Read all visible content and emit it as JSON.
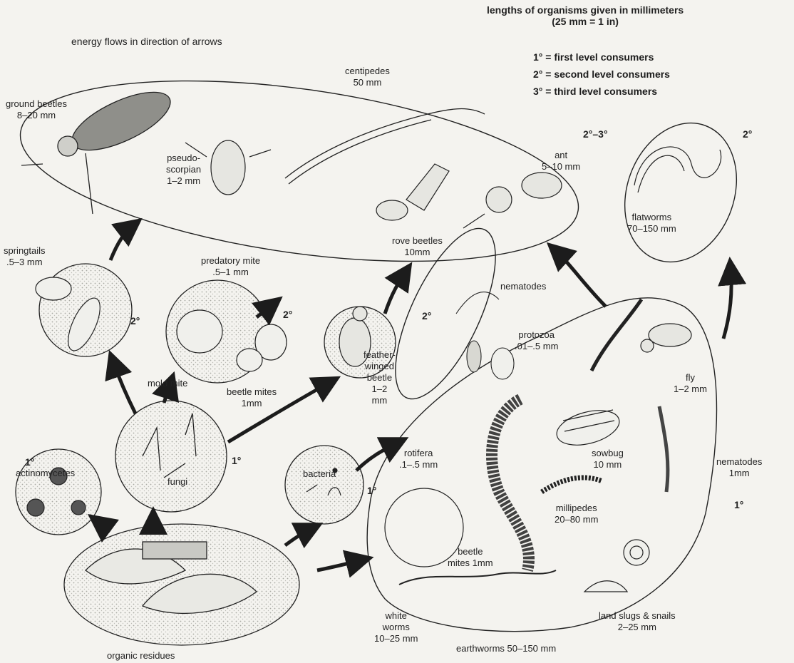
{
  "header": {
    "energy_note": "energy flows in direction of arrows",
    "lengths_line1": "lengths of organisms given in millimeters",
    "lengths_line2": "(25 mm = 1 in)"
  },
  "legend": {
    "first": "1° = first level consumers",
    "second": "2° = second level consumers",
    "third": "3° = third level consumers"
  },
  "organisms": {
    "ground_beetles": {
      "name": "ground beetles",
      "size": "8–20 mm"
    },
    "centipedes": {
      "name": "centipedes",
      "size": "50 mm"
    },
    "pseudoscorpion": {
      "name1": "pseudo-",
      "name2": "scorpian",
      "size": "1–2 mm"
    },
    "ant": {
      "name": "ant",
      "size": "5–10 mm"
    },
    "flatworms": {
      "name": "flatworms",
      "size": "70–150 mm"
    },
    "springtails": {
      "name": "springtails",
      "size": ".5–3 mm"
    },
    "predatory_mite": {
      "name": "predatory mite",
      "size": ".5–1 mm"
    },
    "rove_beetles": {
      "name": "rove beetles",
      "size": "10mm"
    },
    "nematodes_top": {
      "name": "nematodes"
    },
    "protozoa": {
      "name": "protozoa",
      "size": ".01–.5 mm"
    },
    "fly": {
      "name": "fly",
      "size": "1–2 mm"
    },
    "mold_mite": {
      "name": "mold mite"
    },
    "beetle_mites_mid": {
      "name": "beetle mites",
      "size": "1mm"
    },
    "feather_winged_beetle": {
      "name1": "feather-",
      "name2": "winged",
      "name3": "beetle",
      "size1": "1–2",
      "size2": "mm"
    },
    "rotifers": {
      "name": "rotifera",
      "size": ".1–.5 mm"
    },
    "sowbug": {
      "name": "sowbug",
      "size": "10 mm"
    },
    "nematodes_right": {
      "name": "nematodes",
      "size": "1mm"
    },
    "actinomycetes": {
      "name": "actinomycetes"
    },
    "fungi": {
      "name": "fungi"
    },
    "bacteria": {
      "name": "bacteria"
    },
    "millipedes": {
      "name": "millipedes",
      "size": "20–80 mm"
    },
    "beetle_mites_low": {
      "name1": "beetle",
      "name2": "mites 1mm"
    },
    "white_worms": {
      "name1": "white",
      "name2": "worms",
      "size": "10–25 mm"
    },
    "earthworms": {
      "name": "earthworms 50–150 mm"
    },
    "land_slugs": {
      "name": "land slugs & snails",
      "size": "2–25 mm"
    },
    "organic_residues": {
      "name": "organic residues"
    }
  },
  "levels": {
    "first_level": "1°",
    "second_level": "2°",
    "second_third_level": "2°–3°"
  },
  "colors": {
    "ink": "#1c1c1c",
    "paper": "#f4f3ef",
    "stipple": "#b9b9b4"
  }
}
